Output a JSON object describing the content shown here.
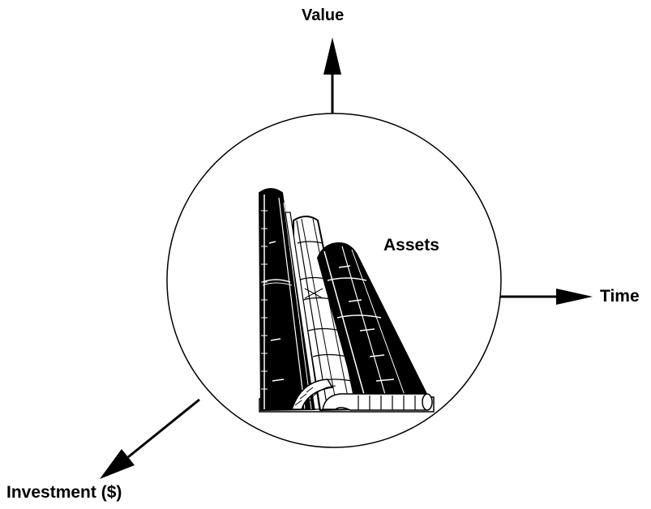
{
  "diagram": {
    "axes": {
      "value_label": "Value",
      "time_label": "Time",
      "investment_label": "Investment ($)"
    },
    "center_label": "Assets",
    "center_icon": "refinery-distillation-columns-icon"
  }
}
